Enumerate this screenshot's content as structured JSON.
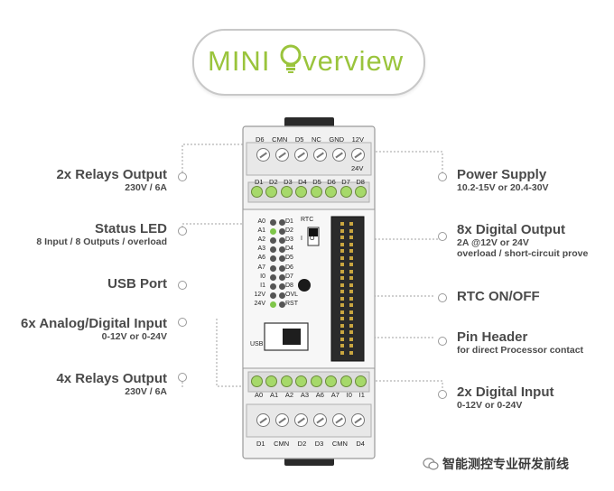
{
  "title": {
    "prefix": "MINI ",
    "suffix": "verview"
  },
  "labels_left": [
    {
      "id": "relays-top",
      "title": "2x Relays Output",
      "sub": [
        "230V / 6A"
      ]
    },
    {
      "id": "status-led",
      "title": "Status LED",
      "sub": [
        "8 Input / 8 Outputs / overload"
      ]
    },
    {
      "id": "usb-port",
      "title": "USB Port",
      "sub": []
    },
    {
      "id": "analog-input",
      "title": "6x Analog/Digital Input",
      "sub": [
        "0-12V or 0-24V"
      ]
    },
    {
      "id": "relays-bottom",
      "title": "4x Relays Output",
      "sub": [
        "230V / 6A"
      ]
    }
  ],
  "labels_right": [
    {
      "id": "power-supply",
      "title": "Power Supply",
      "sub": [
        "10.2-15V or 20.4-30V"
      ]
    },
    {
      "id": "digital-output",
      "title": "8x Digital Output",
      "sub": [
        "2A @12V or 24V",
        "overload / short-circuit prove"
      ]
    },
    {
      "id": "rtc",
      "title": "RTC ON/OFF",
      "sub": []
    },
    {
      "id": "pin-header",
      "title": "Pin Header",
      "sub": [
        "for direct Processor contact"
      ]
    },
    {
      "id": "digital-input",
      "title": "2x Digital Input",
      "sub": [
        "0-12V or 0-24V"
      ]
    }
  ],
  "device": {
    "top_terminals": [
      "D6",
      "CMN",
      "D5",
      "NC",
      "GND",
      "12V"
    ],
    "top_voltage": "24V",
    "digital_out_terminals": [
      "D1",
      "D2",
      "D3",
      "D4",
      "D5",
      "D6",
      "D7",
      "D8"
    ],
    "led_left": [
      "A0",
      "A1",
      "A2",
      "A3",
      "A6",
      "A7",
      "I0",
      "I1",
      "12V",
      "24V"
    ],
    "led_right": [
      "D1",
      "D2",
      "D3",
      "D4",
      "D5",
      "D6",
      "D7",
      "D8",
      "OVL",
      "RST"
    ],
    "rtc_label": "RTC",
    "rtc_marks": [
      "I",
      "O"
    ],
    "usb_label": "USB",
    "input_terminals": [
      "A0",
      "A1",
      "A2",
      "A3",
      "A6",
      "A7",
      "I0",
      "I1"
    ],
    "bottom_terminals": [
      "D1",
      "CMN",
      "D2",
      "D3",
      "CMN",
      "D4"
    ]
  },
  "watermark": "智能测控专业研发前线",
  "colors": {
    "accent": "#9ac43c",
    "terminal_green": "#a6d96a",
    "text": "#4a4a4a",
    "connector": "#a0a0a0"
  }
}
